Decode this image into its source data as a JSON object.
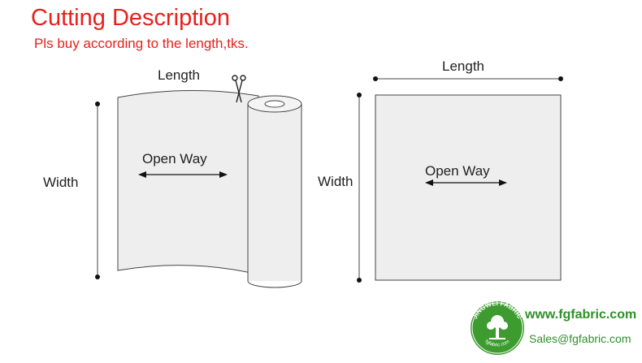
{
  "header": {
    "title": "Cutting Description",
    "subtitle": "Pls buy according to the length,tks."
  },
  "roll_diagram": {
    "length_label": "Length",
    "width_label": "Width",
    "direction_label": "Open Way"
  },
  "sheet_diagram": {
    "length_label": "Length",
    "width_label": "Width",
    "direction_label": "Open Way"
  },
  "footer": {
    "logo_text_top": "JINGWEI FABRIC",
    "logo_text_bottom": "fgfabric.com",
    "website": "www.fgfabric.com",
    "email": "Sales@fgfabric.com"
  },
  "colors": {
    "title_red": "#e8201c",
    "brand_green": "#2f8f2a",
    "fabric_fill": "#eeeeee",
    "outline": "#444444"
  },
  "icons": [
    "scissors-icon",
    "double-arrow-icon",
    "company-logo-icon"
  ]
}
